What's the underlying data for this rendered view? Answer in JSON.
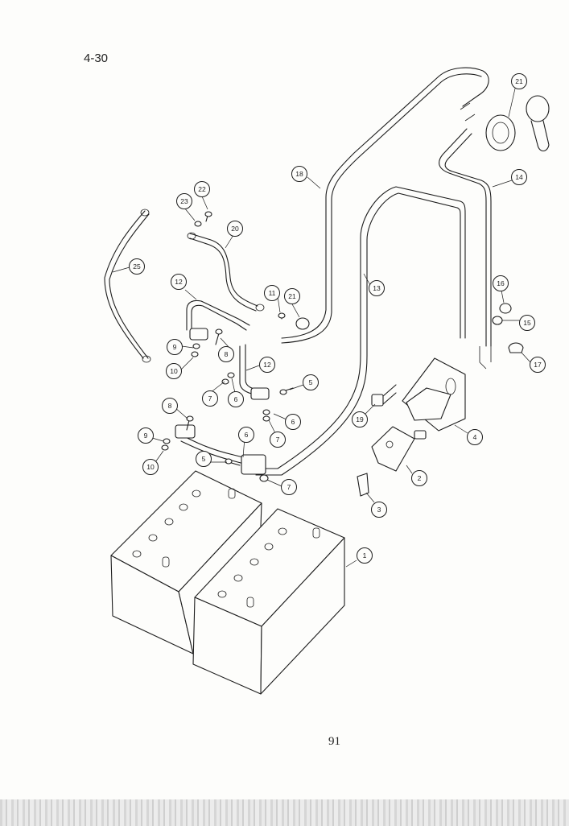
{
  "section_label": "4-30",
  "page_number": "91",
  "callouts": [
    {
      "id": "c1",
      "label": "1"
    },
    {
      "id": "c2",
      "label": "2"
    },
    {
      "id": "c3",
      "label": "3"
    },
    {
      "id": "c4",
      "label": "4"
    },
    {
      "id": "c5a",
      "label": "5"
    },
    {
      "id": "c5b",
      "label": "5"
    },
    {
      "id": "c6a",
      "label": "6"
    },
    {
      "id": "c6b",
      "label": "6"
    },
    {
      "id": "c6c",
      "label": "6"
    },
    {
      "id": "c7a",
      "label": "7"
    },
    {
      "id": "c7b",
      "label": "7"
    },
    {
      "id": "c7c",
      "label": "7"
    },
    {
      "id": "c8a",
      "label": "8"
    },
    {
      "id": "c8b",
      "label": "8"
    },
    {
      "id": "c9a",
      "label": "9"
    },
    {
      "id": "c9b",
      "label": "9"
    },
    {
      "id": "c10a",
      "label": "10"
    },
    {
      "id": "c10b",
      "label": "10"
    },
    {
      "id": "c11",
      "label": "11"
    },
    {
      "id": "c12a",
      "label": "12"
    },
    {
      "id": "c12b",
      "label": "12"
    },
    {
      "id": "c13",
      "label": "13"
    },
    {
      "id": "c14",
      "label": "14"
    },
    {
      "id": "c15",
      "label": "15"
    },
    {
      "id": "c16",
      "label": "16"
    },
    {
      "id": "c17",
      "label": "17"
    },
    {
      "id": "c18",
      "label": "18"
    },
    {
      "id": "c19",
      "label": "19"
    },
    {
      "id": "c20",
      "label": "20"
    },
    {
      "id": "c21a",
      "label": "21"
    },
    {
      "id": "c21b",
      "label": "21"
    },
    {
      "id": "c22",
      "label": "22"
    },
    {
      "id": "c23",
      "label": "23"
    },
    {
      "id": "c25",
      "label": "25"
    }
  ]
}
